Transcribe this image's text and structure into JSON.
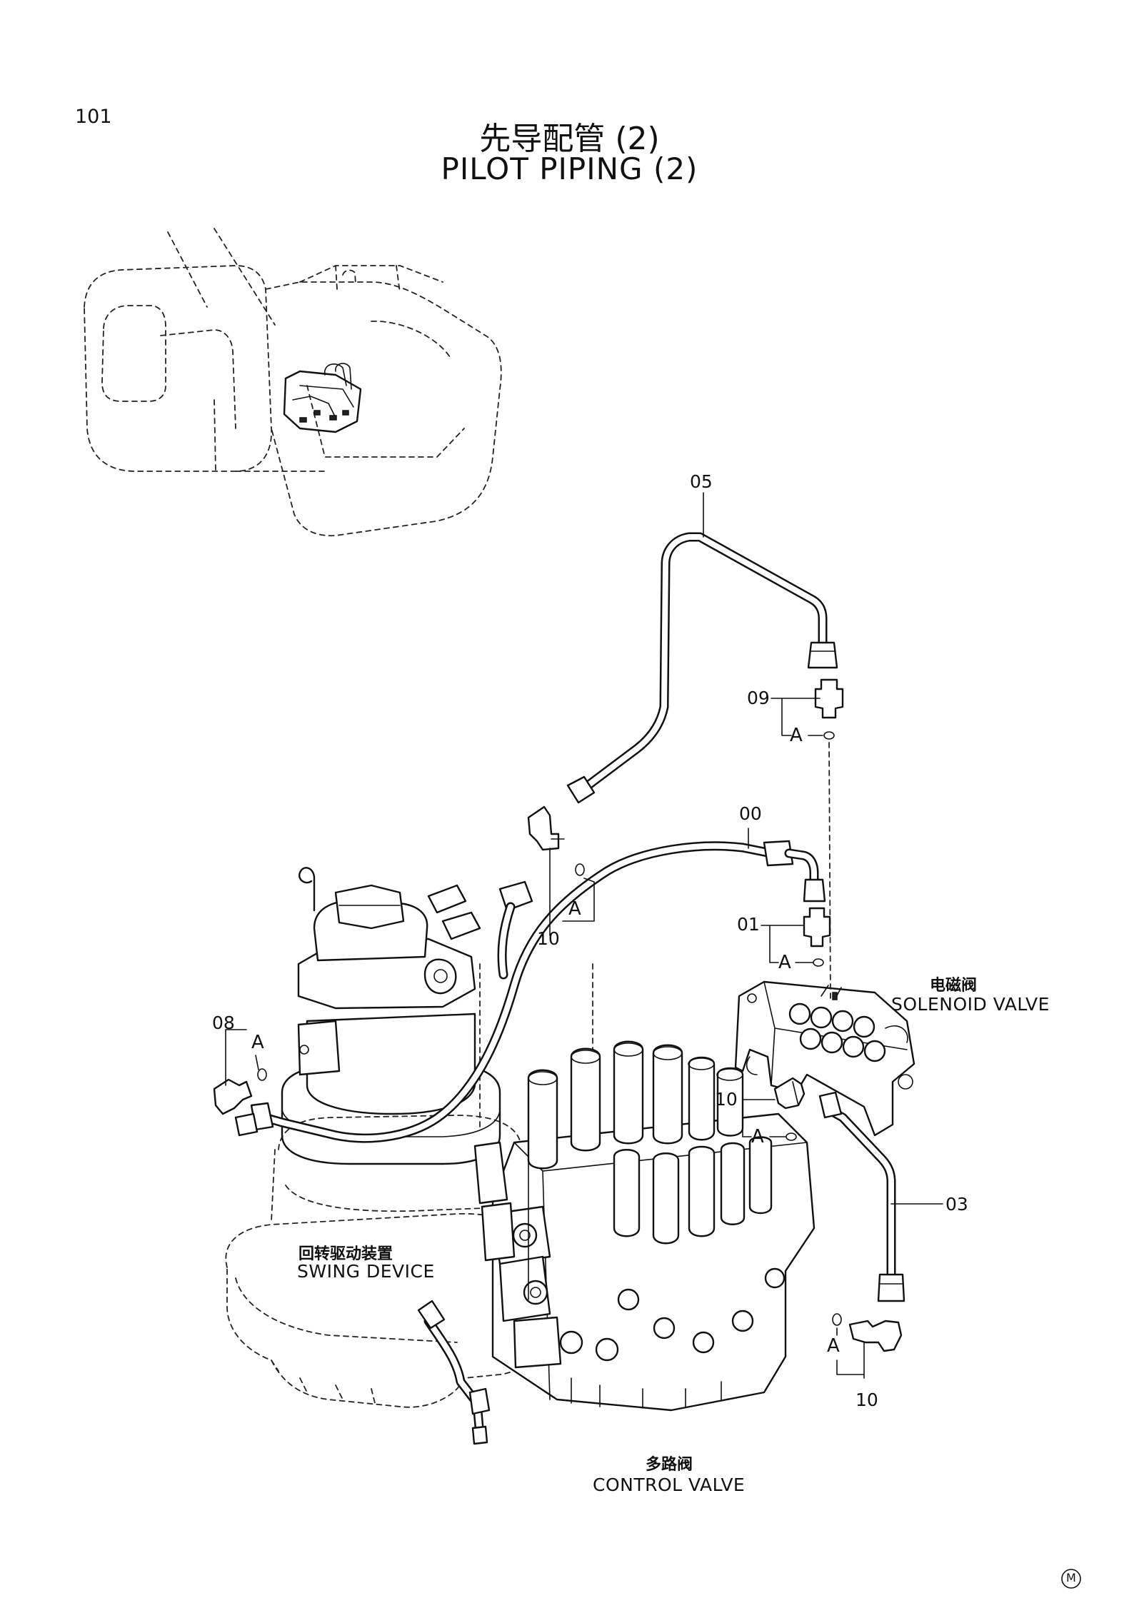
{
  "page_number": "101",
  "title_zh": "先导配管 (2)",
  "title_en": "PILOT PIPING (2)",
  "parts": {
    "p05": "05",
    "p09": "09",
    "p00": "00",
    "p01": "01",
    "p10a": "10",
    "p08": "08",
    "p10b": "10",
    "p03": "03",
    "p10c": "10"
  },
  "ref_a": "A",
  "components": {
    "solenoid_zh": "电磁阀",
    "solenoid_en": "SOLENOID VALVE",
    "swing_zh": "回转驱动装置",
    "swing_en": "SWING DEVICE",
    "control_zh": "多路阀",
    "control_en": "CONTROL VALVE"
  },
  "mark": "M"
}
